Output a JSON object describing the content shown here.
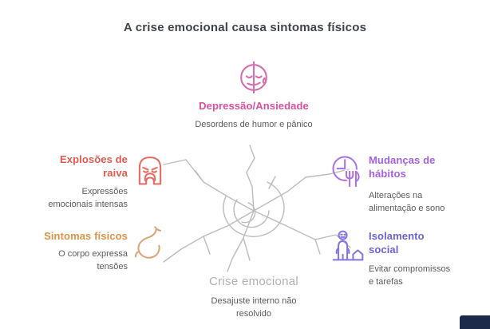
{
  "title": "A crise emocional causa sintomas físicos",
  "center": {
    "label": "Crise emocional",
    "description": "Desajuste interno não resolvido"
  },
  "nodes": [
    {
      "id": "depressao-ansiedade",
      "label": "Depressão/Ansiedade",
      "description": "Desordens de humor e pânico",
      "color": "#d8509c",
      "icon": "two-faced-sad-happy-face-with-tear-icon",
      "position": "top"
    },
    {
      "id": "explosoes-de-raiva",
      "label": "Explosões de raiva",
      "description": "Expressões emocionais intensas",
      "color": "#e15a50",
      "icon": "angry-face-icon",
      "position": "left-upper"
    },
    {
      "id": "sintomas-fisicos",
      "label": "Sintomas físicos",
      "description": "O corpo expressa tensões",
      "color": "#de9247",
      "icon": "stomach-icon",
      "position": "left-lower"
    },
    {
      "id": "mudancas-de-habitos",
      "label": "Mudanças de hábitos",
      "description": "Alterações na alimentação e sono",
      "color": "#a561e3",
      "icon": "meal-clock-fork-knife-icon",
      "position": "right-upper"
    },
    {
      "id": "isolamento-social",
      "label": "Isolamento social",
      "description": "Evitar compromissos e tarefas",
      "color": "#6e61da",
      "icon": "person-with-house-icon",
      "position": "right-lower"
    }
  ],
  "graphic": {
    "type": "central-tangle-scribble-with-branches",
    "color": "#bdbbbc"
  },
  "watermark": {
    "color": "#1c2b4a"
  }
}
